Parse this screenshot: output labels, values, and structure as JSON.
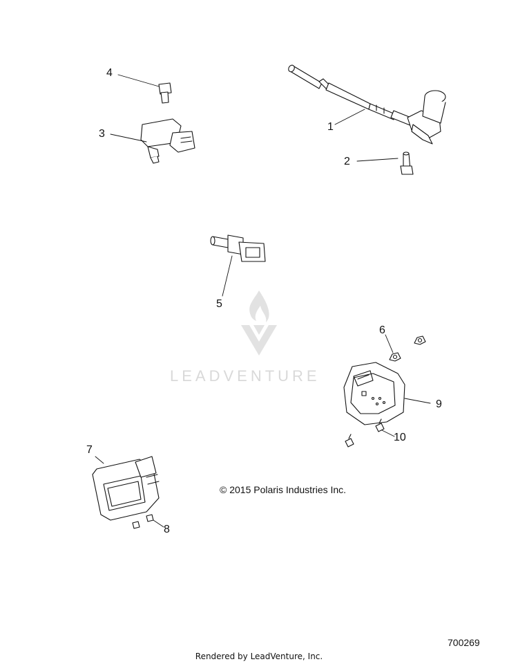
{
  "callouts": {
    "c1": "1",
    "c2": "2",
    "c3": "3",
    "c4": "4",
    "c5": "5",
    "c6": "6",
    "c7": "7",
    "c8": "8",
    "c9": "9",
    "c10": "10"
  },
  "copyright": "© 2015 Polaris Industries Inc.",
  "diagram_id": "700269",
  "rendered_by": "Rendered by LeadVenture, Inc.",
  "watermark": "LEADVENTURE"
}
